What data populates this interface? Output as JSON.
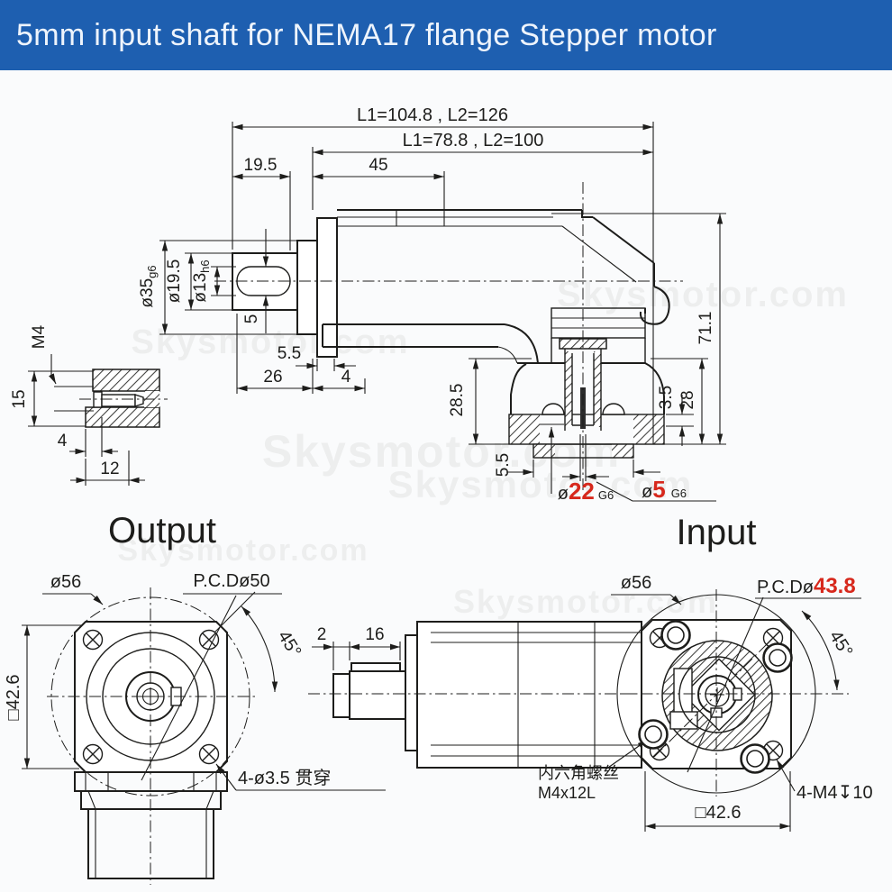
{
  "banner": {
    "title": "5mm input shaft for NEMA17 flange Stepper motor",
    "bg": "#1e5fb0",
    "fg": "#eef4fc"
  },
  "colors": {
    "ink": "#1d1d1b",
    "red": "#d7281c"
  },
  "watermark": "Skysmotor.com",
  "labels": {
    "output": "Output",
    "input": "Input"
  },
  "top_view": {
    "l_total": "L1=104.8 , L2=126",
    "l_body": "L1=78.8 , L2=100",
    "len_19_5": "19.5",
    "len_45": "45",
    "dia_35": "ø35",
    "dia_35_fit": "g6",
    "dia_19_5": "ø19.5",
    "dia_13": "ø13",
    "dia_13_fit": "h6",
    "key_width": "5",
    "len_5_5": "5.5",
    "len_26": "26",
    "len_4": "4",
    "h_28_5": "28.5",
    "h_5_5": "5.5",
    "bore_22_sym": "ø",
    "bore_22": "22",
    "bore_22_fit": "G6",
    "bore_5_sym": "ø",
    "bore_5": "5",
    "bore_5_fit": "G6",
    "h_3_5": "3.5",
    "h_28": "28",
    "h_71_1": "71.1"
  },
  "detail_view": {
    "thread": "M4",
    "h_15": "15",
    "len_4": "4",
    "len_12": "12"
  },
  "output_view": {
    "dia_56": "ø56",
    "pcd": "P.C.Dø50",
    "angle": "45°",
    "square": "□42.6",
    "holes": "4-ø3.5 贯穿"
  },
  "input_view": {
    "dia_56": "ø56",
    "pcd_prefix": "P.C.Dø",
    "pcd_value": "43.8",
    "angle": "45°",
    "square": "□42.6",
    "tapped": "4-M4↧10",
    "len_2": "2",
    "len_16": "16",
    "note_1": "内六角螺丝",
    "note_2": "M4x12L"
  }
}
